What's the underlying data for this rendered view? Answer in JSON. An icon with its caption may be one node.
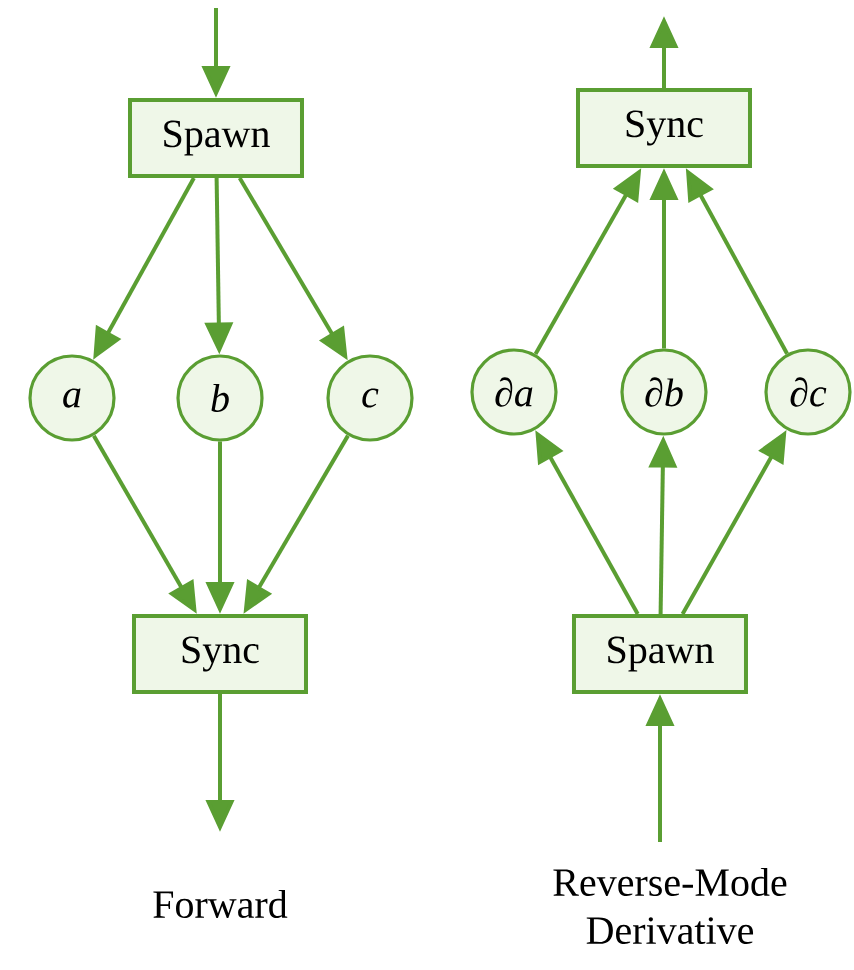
{
  "diagram": {
    "nodes": [
      {
        "text": [
          "Spawn"
        ]
      },
      {
        "text": [
          "a"
        ]
      },
      {
        "text": [
          "b"
        ]
      },
      {
        "text": [
          "c"
        ]
      },
      {
        "text": [
          "Sync"
        ]
      },
      {
        "text": [
          "Sync"
        ]
      },
      {
        "text": [
          "∂a"
        ]
      },
      {
        "text": [
          "∂b"
        ]
      },
      {
        "text": [
          "∂c"
        ]
      },
      {
        "text": [
          "Spawn"
        ]
      }
    ],
    "edges": [
      {
        "from": null,
        "to": 0,
        "arrow": "to"
      },
      {
        "from": 0,
        "to": 1,
        "arrow": "to"
      },
      {
        "from": 0,
        "to": 2,
        "arrow": "to"
      },
      {
        "from": 0,
        "to": 3,
        "arrow": "to"
      },
      {
        "from": 1,
        "to": 4,
        "arrow": "to"
      },
      {
        "from": 2,
        "to": 4,
        "arrow": "to"
      },
      {
        "from": 3,
        "to": 4,
        "arrow": "to"
      },
      {
        "from": 4,
        "to": null,
        "arrow": "to"
      },
      {
        "from": 5,
        "to": null,
        "arrow": "to"
      },
      {
        "from": 6,
        "to": 5,
        "arrow": "to"
      },
      {
        "from": 7,
        "to": 5,
        "arrow": "to"
      },
      {
        "from": 8,
        "to": 5,
        "arrow": "to"
      },
      {
        "from": 9,
        "to": 6,
        "arrow": "to"
      },
      {
        "from": 9,
        "to": 7,
        "arrow": "to"
      },
      {
        "from": 9,
        "to": 8,
        "arrow": "to"
      },
      {
        "from": null,
        "to": 9,
        "arrow": "to"
      }
    ],
    "labels": [
      "Forward",
      "Reverse-Mode Derivative"
    ]
  }
}
